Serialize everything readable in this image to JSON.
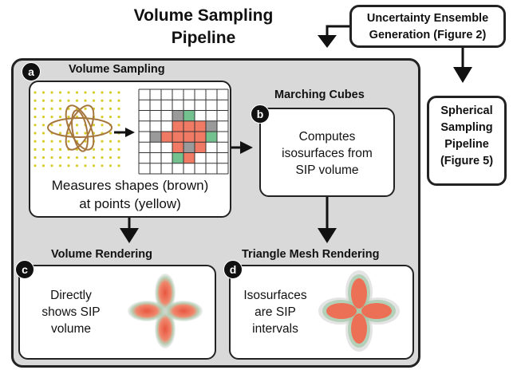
{
  "title": {
    "line1": "Volume Sampling",
    "line2": "Pipeline"
  },
  "external": {
    "uncertainty": {
      "line1": "Uncertainty Ensemble",
      "line2": "Generation (Figure 2)"
    },
    "spherical": {
      "line1": "Spherical",
      "line2": "Sampling",
      "line3": "Pipeline",
      "line4": "(Figure 5)"
    }
  },
  "sections": {
    "a": {
      "badge": "a",
      "label": "Volume Sampling",
      "text1": "Measures shapes (brown)",
      "text2": "at points (yellow)"
    },
    "b": {
      "badge": "b",
      "label": "Marching Cubes",
      "text1": "Computes",
      "text2": "isosurfaces from",
      "text3": "SIP volume"
    },
    "c": {
      "badge": "c",
      "label": "Volume Rendering",
      "text1": "Directly",
      "text2": "shows SIP",
      "text3": "volume"
    },
    "d": {
      "badge": "d",
      "label": "Triangle Mesh Rendering",
      "text1": "Isosurfaces",
      "text2": "are SIP",
      "text3": "intervals"
    }
  },
  "colors": {
    "grid_red": "#f07a63",
    "grid_green": "#72c18f",
    "grid_gray": "#9a9a9a",
    "point_yellow": "#d8cc2a",
    "shape_brown": "#a5773f"
  }
}
